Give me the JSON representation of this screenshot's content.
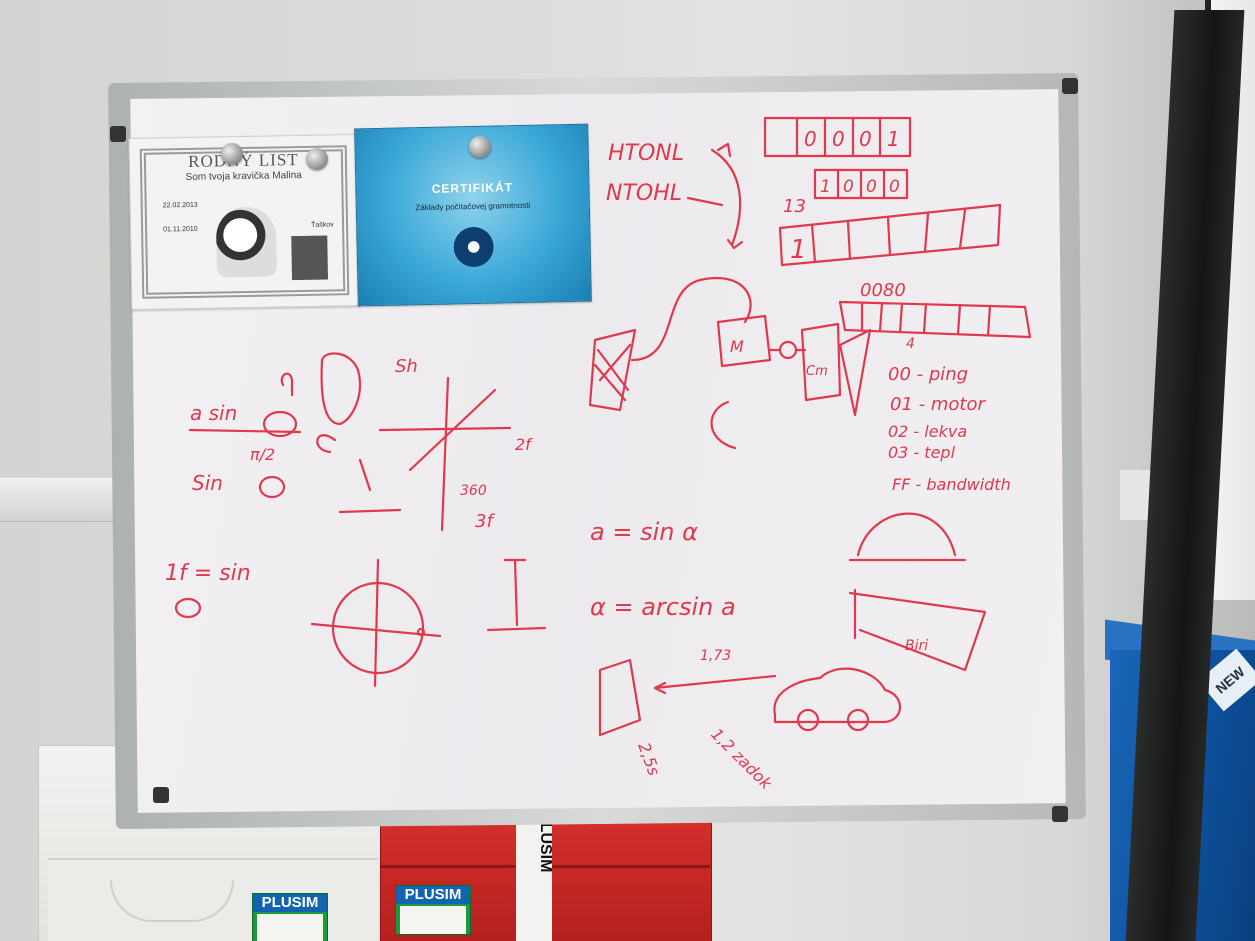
{
  "certificates": {
    "pet_certificate": {
      "title": "RODNÝ LIST",
      "subtitle": "Som tvoja kravička Malina",
      "date1": "22.02.2013",
      "date2": "01.11.2010",
      "name": "Ťaškov"
    },
    "literacy_certificate": {
      "title": "CERTIFIKÁT",
      "subtitle": "Základy počítačovej gramotnosti"
    }
  },
  "whiteboard": {
    "text": {
      "htonl": "HTONL",
      "ntohl": "NTOHL",
      "bits_top": [
        "0",
        "0",
        "0",
        "1"
      ],
      "label_13": "13",
      "bits_mid": [
        "1",
        "0",
        "0",
        "0"
      ],
      "big_one": "1",
      "hex_0080": "0080",
      "ptr": "4",
      "proto_00": "00 - ping",
      "proto_01": "01 - motor",
      "proto_02": "02 - lekva",
      "proto_03": "03 - tepl",
      "proto_ff": "FF - bandwidth",
      "box_m": "M",
      "box_cm": "Cm",
      "sh": "Sh",
      "sin_a": "a sin",
      "sin_b": "Sin",
      "pi2": "π/2",
      "twof": "2f",
      "threef": "3f",
      "f360": "360",
      "onef": "1f = sin",
      "eq_a": "a = sin α",
      "eq_alpha": "α = arcsin a",
      "dist": "1,73",
      "bottom1": "2,5s",
      "bottom2": "1,2 zadok",
      "car_label": "Biri"
    }
  },
  "room": {
    "sticker_left": {
      "title": "PLUSIM"
    },
    "sticker_right": {
      "title": "PLUSIM"
    },
    "tape_text": "PLUSIM",
    "blue_box_text": "NEW"
  }
}
